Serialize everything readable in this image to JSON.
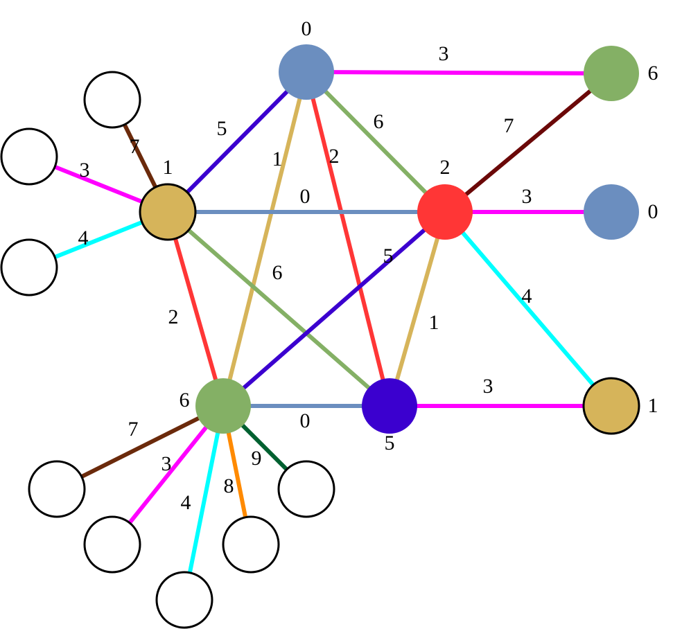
{
  "palette": {
    "c0": "#6b8ebf",
    "c1": "#d6b45a",
    "c2": "#ff3636",
    "c3": "#ff00ff",
    "c4": "#00ffff",
    "c5": "#3b00cf",
    "c6": "#84b065",
    "c7": "#6b2a0b",
    "c7b": "#6b0808",
    "c8": "#ff8a00",
    "c9": "#006030",
    "blank": "#ffffff",
    "border": "#000000"
  },
  "nodes": [
    {
      "id": "n0",
      "color": "c0",
      "label": "0"
    },
    {
      "id": "n1",
      "color": "c1",
      "label": "1",
      "bordered": true
    },
    {
      "id": "n2",
      "color": "c2",
      "label": "2"
    },
    {
      "id": "n5",
      "color": "c5",
      "label": "5"
    },
    {
      "id": "n6",
      "color": "c6",
      "label": "6"
    },
    {
      "id": "r6",
      "color": "c6",
      "label": "6"
    },
    {
      "id": "r0",
      "color": "c0",
      "label": "0"
    },
    {
      "id": "r1",
      "color": "c1",
      "label": "1",
      "bordered": true
    },
    {
      "id": "b1",
      "color": "blank",
      "label": "",
      "bordered": true
    },
    {
      "id": "b2",
      "color": "blank",
      "label": "",
      "bordered": true
    },
    {
      "id": "b3",
      "color": "blank",
      "label": "",
      "bordered": true
    },
    {
      "id": "b4",
      "color": "blank",
      "label": "",
      "bordered": true
    },
    {
      "id": "b5",
      "color": "blank",
      "label": "",
      "bordered": true
    },
    {
      "id": "b6",
      "color": "blank",
      "label": "",
      "bordered": true
    },
    {
      "id": "b7",
      "color": "blank",
      "label": "",
      "bordered": true
    },
    {
      "id": "b8",
      "color": "blank",
      "label": "",
      "bordered": true
    }
  ],
  "edges": [
    {
      "from": "n0",
      "to": "r6",
      "color": "c3",
      "label": "3"
    },
    {
      "from": "n0",
      "to": "n1",
      "color": "c5",
      "label": "5"
    },
    {
      "from": "n0",
      "to": "n2",
      "color": "c6",
      "label": "6"
    },
    {
      "from": "n0",
      "to": "n6",
      "color": "c1",
      "label": "1"
    },
    {
      "from": "n0",
      "to": "n5",
      "color": "c2",
      "label": "2"
    },
    {
      "from": "n1",
      "to": "n2",
      "color": "c0",
      "label": "0"
    },
    {
      "from": "n1",
      "to": "n5",
      "color": "c6",
      "label": "6"
    },
    {
      "from": "n1",
      "to": "n6",
      "color": "c2",
      "label": "2"
    },
    {
      "from": "n1",
      "to": "b1",
      "color": "c7",
      "label": "7"
    },
    {
      "from": "n1",
      "to": "b2",
      "color": "c3",
      "label": "3"
    },
    {
      "from": "n1",
      "to": "b3",
      "color": "c4",
      "label": "4"
    },
    {
      "from": "n2",
      "to": "r6",
      "color": "c7b",
      "label": "7"
    },
    {
      "from": "n2",
      "to": "r0",
      "color": "c3",
      "label": "3"
    },
    {
      "from": "n2",
      "to": "r1",
      "color": "c4",
      "label": "4"
    },
    {
      "from": "n2",
      "to": "n6",
      "color": "c5",
      "label": "5"
    },
    {
      "from": "n2",
      "to": "n5",
      "color": "c1",
      "label": "1"
    },
    {
      "from": "n5",
      "to": "r1",
      "color": "c3",
      "label": "3"
    },
    {
      "from": "n6",
      "to": "n5",
      "color": "c0",
      "label": "0"
    },
    {
      "from": "n6",
      "to": "b4",
      "color": "c7",
      "label": "7"
    },
    {
      "from": "n6",
      "to": "b5",
      "color": "c3",
      "label": "3"
    },
    {
      "from": "n6",
      "to": "b6",
      "color": "c4",
      "label": "4"
    },
    {
      "from": "n6",
      "to": "b7",
      "color": "c8",
      "label": "8"
    },
    {
      "from": "n6",
      "to": "b8",
      "color": "c9",
      "label": "9"
    }
  ]
}
